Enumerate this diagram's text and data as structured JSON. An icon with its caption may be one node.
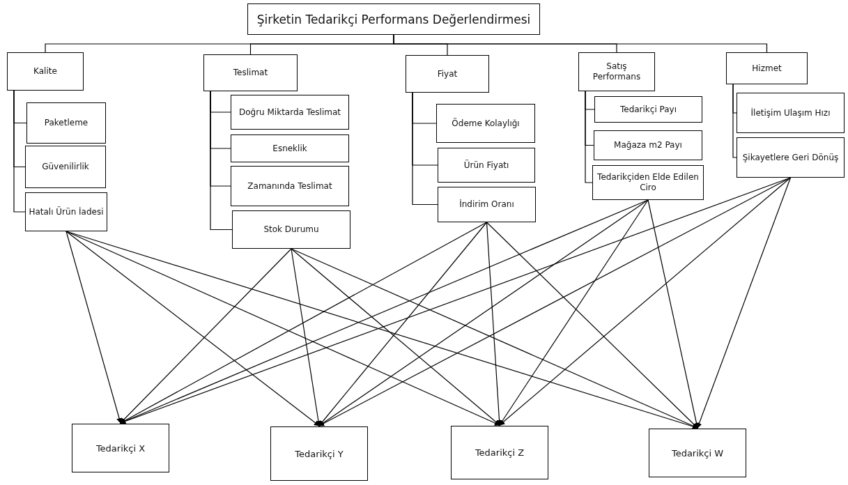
{
  "diagram": {
    "nodes": [
      {
        "text": [
          "Şirketin Tedarikçi Performans Değerlendirmesi"
        ]
      },
      {
        "text": [
          "Kalite"
        ]
      },
      {
        "text": [
          "Paketleme"
        ]
      },
      {
        "text": [
          "Güvenilirlik"
        ]
      },
      {
        "text": [
          "Hatalı Ürün İadesi"
        ]
      },
      {
        "text": [
          "Teslimat"
        ]
      },
      {
        "text": [
          "Doğru Miktarda Teslimat"
        ]
      },
      {
        "text": [
          "Esneklik"
        ]
      },
      {
        "text": [
          "Zamanında Teslimat"
        ]
      },
      {
        "text": [
          "Stok Durumu"
        ]
      },
      {
        "text": [
          "Fiyat"
        ]
      },
      {
        "text": [
          "Ödeme Kolaylığı"
        ]
      },
      {
        "text": [
          "Ürün Fiyatı"
        ]
      },
      {
        "text": [
          "İndirim Oranı"
        ]
      },
      {
        "text": [
          "Satış Performans"
        ]
      },
      {
        "text": [
          "Tedarikçi Payı"
        ]
      },
      {
        "text": [
          "Mağaza m2 Payı"
        ]
      },
      {
        "text": [
          "Tedarikçiden Elde Edilen Ciro"
        ]
      },
      {
        "text": [
          "Hizmet"
        ]
      },
      {
        "text": [
          "İletişim Ulaşım Hızı"
        ]
      },
      {
        "text": [
          "Şikayetlere Geri Dönüş"
        ]
      },
      {
        "text": [
          "Tedarikçi X"
        ]
      },
      {
        "text": [
          "Tedarikçi Y"
        ]
      },
      {
        "text": [
          "Tedarikçi Z"
        ]
      },
      {
        "text": [
          "Tedarikçi W"
        ]
      }
    ],
    "edges": [
      {
        "from": 0,
        "to": 1,
        "arrow": "none"
      },
      {
        "from": 0,
        "to": 5,
        "arrow": "none"
      },
      {
        "from": 0,
        "to": 10,
        "arrow": "none"
      },
      {
        "from": 0,
        "to": 14,
        "arrow": "none"
      },
      {
        "from": 0,
        "to": 18,
        "arrow": "none"
      },
      {
        "from": 1,
        "to": 2,
        "arrow": "none"
      },
      {
        "from": 1,
        "to": 3,
        "arrow": "none"
      },
      {
        "from": 1,
        "to": 4,
        "arrow": "none"
      },
      {
        "from": 5,
        "to": 6,
        "arrow": "none"
      },
      {
        "from": 5,
        "to": 7,
        "arrow": "none"
      },
      {
        "from": 5,
        "to": 8,
        "arrow": "none"
      },
      {
        "from": 5,
        "to": 9,
        "arrow": "none"
      },
      {
        "from": 10,
        "to": 11,
        "arrow": "none"
      },
      {
        "from": 10,
        "to": 12,
        "arrow": "none"
      },
      {
        "from": 10,
        "to": 13,
        "arrow": "none"
      },
      {
        "from": 14,
        "to": 15,
        "arrow": "none"
      },
      {
        "from": 14,
        "to": 16,
        "arrow": "none"
      },
      {
        "from": 14,
        "to": 17,
        "arrow": "none"
      },
      {
        "from": 18,
        "to": 19,
        "arrow": "none"
      },
      {
        "from": 18,
        "to": 20,
        "arrow": "none"
      },
      {
        "from": 4,
        "to": 21,
        "arrow": "to"
      },
      {
        "from": 4,
        "to": 22,
        "arrow": "to"
      },
      {
        "from": 4,
        "to": 23,
        "arrow": "to"
      },
      {
        "from": 4,
        "to": 24,
        "arrow": "to"
      },
      {
        "from": 9,
        "to": 21,
        "arrow": "to"
      },
      {
        "from": 9,
        "to": 22,
        "arrow": "to"
      },
      {
        "from": 9,
        "to": 23,
        "arrow": "to"
      },
      {
        "from": 9,
        "to": 24,
        "arrow": "to"
      },
      {
        "from": 13,
        "to": 21,
        "arrow": "to"
      },
      {
        "from": 13,
        "to": 22,
        "arrow": "to"
      },
      {
        "from": 13,
        "to": 23,
        "arrow": "to"
      },
      {
        "from": 13,
        "to": 24,
        "arrow": "to"
      },
      {
        "from": 17,
        "to": 21,
        "arrow": "to"
      },
      {
        "from": 17,
        "to": 22,
        "arrow": "to"
      },
      {
        "from": 17,
        "to": 23,
        "arrow": "to"
      },
      {
        "from": 17,
        "to": 24,
        "arrow": "to"
      },
      {
        "from": 20,
        "to": 21,
        "arrow": "to"
      },
      {
        "from": 20,
        "to": 22,
        "arrow": "to"
      },
      {
        "from": 20,
        "to": 23,
        "arrow": "to"
      },
      {
        "from": 20,
        "to": 24,
        "arrow": "to"
      }
    ]
  }
}
